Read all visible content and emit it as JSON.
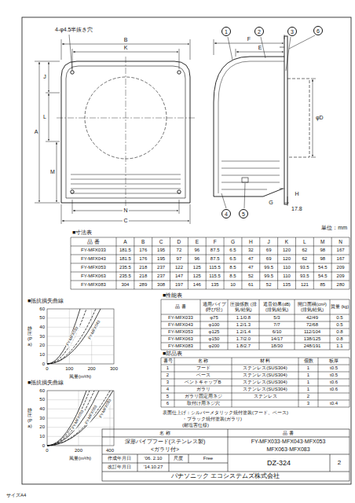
{
  "diagram": {
    "nodes": [
      {
        "text": [
          "1"
        ]
      },
      {
        "text": [
          "2"
        ]
      },
      {
        "text": [
          "3"
        ]
      },
      {
        "text": [
          "6"
        ]
      },
      {
        "text": [
          "4"
        ]
      },
      {
        "text": [
          "5"
        ]
      }
    ],
    "labels": [
      "4-φ4.5半抜き穴",
      "B",
      "K",
      "A",
      "J",
      "L",
      "M",
      "N",
      "C",
      "F",
      "E",
      "G",
      "H",
      "φD",
      "17.8",
      "単位：mm",
      "■寸法表",
      "品 番",
      "A",
      "B",
      "C",
      "D",
      "E",
      "F",
      "G",
      "H",
      "J",
      "K",
      "L",
      "M",
      "N",
      "FY-MFX033",
      "181.5",
      "176",
      "195",
      "72",
      "96",
      "87.5",
      "6.5",
      "32",
      "69",
      "120",
      "62",
      "98",
      "167",
      "FY-MFX043",
      "181.5",
      "176",
      "195",
      "97",
      "96",
      "87.5",
      "6.5",
      "47",
      "69",
      "120",
      "62",
      "98",
      "167",
      "FY-MFX053",
      "235.5",
      "218",
      "237",
      "122",
      "125",
      "115.5",
      "8.5",
      "47",
      "99.5",
      "110",
      "93.5",
      "54.5",
      "209",
      "FY-MFX063",
      "235.5",
      "218",
      "237",
      "147",
      "125",
      "115.5",
      "8.5",
      "52",
      "99.5",
      "110",
      "93.5",
      "54.5",
      "209",
      "FY-MFX083",
      "304",
      "289",
      "308",
      "197",
      "146",
      "135",
      "10",
      "61",
      "52",
      "135",
      "121",
      "85",
      "280",
      "■性能表",
      "品 番",
      "適用パイプ (呼び径)",
      "圧損係数 (排気/給気)",
      "遮音効果(dB) (排気/給気)",
      "開口面積(cm²) (排気/給気)",
      "質量 (kg)",
      "FY-MFX033",
      "φ75",
      "1.1/0.8",
      "5/3",
      "42/49",
      "0.5",
      "FY-MFX043",
      "φ100",
      "1.2/1.3",
      "7/7",
      "72/68",
      "0.5",
      "FY-MFX053",
      "φ125",
      "1.2/1.4",
      "6/10",
      "112/104",
      "0.8",
      "FY-MFX063",
      "φ150",
      "1.7/2.0",
      "14/17",
      "138/125",
      "0.8",
      "FY-MFX083",
      "φ200",
      "1.8/2.7",
      "18/30",
      "248/191",
      "1.1",
      "■部品表",
      "番号",
      "名 称",
      "材 料",
      "個数",
      "板厚",
      "1",
      "フード",
      "ステンレス(SUS304)",
      "1",
      "t0.5",
      "2",
      "ベース",
      "ステンレス(SUS304)",
      "1",
      "t0.5",
      "3",
      "ベントキャップB",
      "ステンレス(SUS304)",
      "1",
      "t0.6",
      "4",
      "ガラリ",
      "ステンレス(SUS304)",
      "1",
      "t0.6",
      "5",
      "ガラリ固定用ネジ",
      "ステンレス",
      "2",
      "6",
      "取付け用ネジ穴",
      "3",
      "t0.4",
      "表面仕上げ：シルバーメタリック焼付塗装(フード、ベース)",
      "・ブラック焼付塗装(ガラリ)",
      "(耐塩害仕様)",
      "■抵抗損失曲線",
      "静圧(Pa)",
      "0",
      "10",
      "20",
      "30",
      "40",
      "50",
      "60",
      "0",
      "100",
      "200",
      "300",
      "風量(m³/h)",
      "FY-MFX033",
      "FY-MFX043",
      "■抵抗損失曲線",
      "静圧(Pa)",
      "0",
      "10",
      "20",
      "30",
      "40",
      "50",
      "60",
      "0",
      "200",
      "400",
      "風量(m³/h)",
      "FY-MFX053",
      "FY-MFX063",
      "FY-MFX083",
      "名 称",
      "品 番",
      "深形パイプフード(ステンレス製)",
      "<ガラリ付>",
      "FY-MFX033·MFX043·MFX053",
      "MFX063·MFX083",
      "作成年月日",
      "'06. 2.10",
      "尺度",
      "Free",
      "改訂年月日",
      "'14.10.27",
      "DZ-324",
      "2",
      "パナソニック エコシステムズ株式会社",
      "サイズA4"
    ]
  }
}
